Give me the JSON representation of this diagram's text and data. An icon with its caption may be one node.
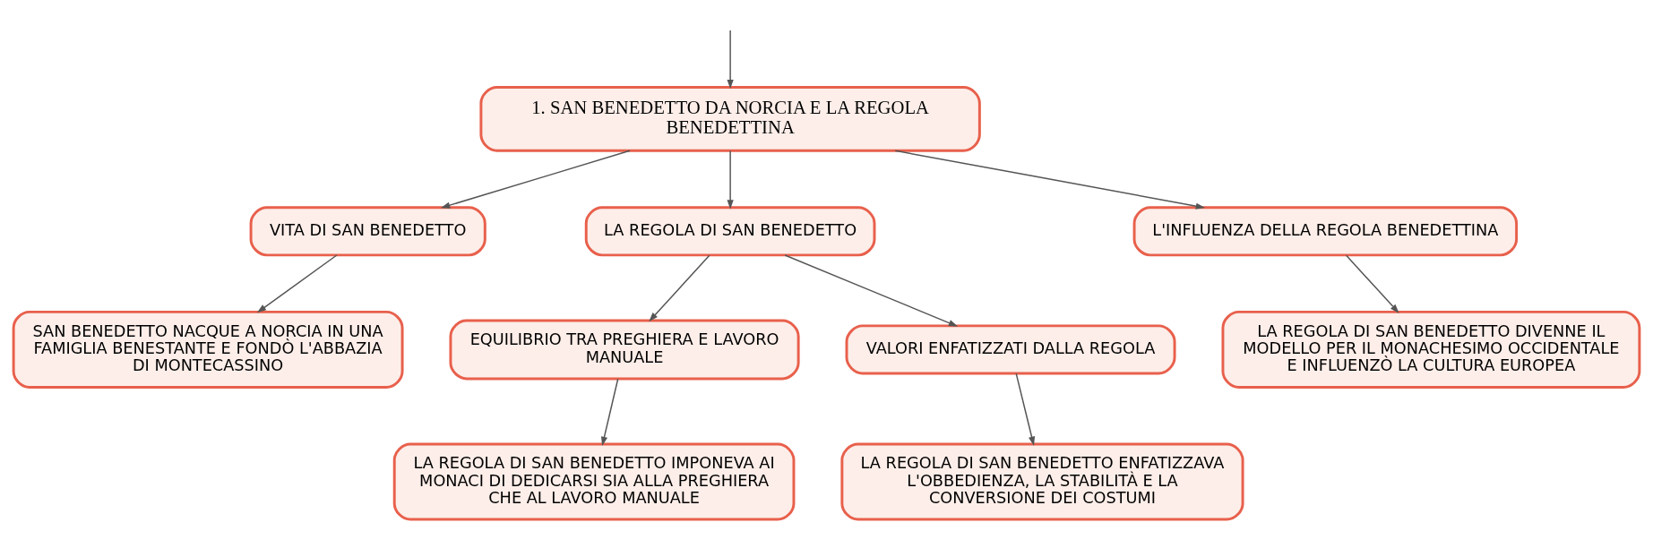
{
  "diagram": {
    "nodes": [
      {
        "text": [
          "1. SAN BENEDETTO DA NORCIA E LA REGOLA BENEDETTINA"
        ]
      },
      {
        "text": [
          "VITA DI SAN BENEDETTO"
        ]
      },
      {
        "text": [
          "LA REGOLA DI SAN BENEDETTO"
        ]
      },
      {
        "text": [
          "L'INFLUENZA DELLA REGOLA BENEDETTINA"
        ]
      },
      {
        "text": [
          "SAN BENEDETTO NACQUE A NORCIA IN UNA FAMIGLIA BENESTANTE E FONDÒ L'ABBAZIA DI MONTECASSINO"
        ]
      },
      {
        "text": [
          "EQUILIBRIO TRA PREGHIERA E LAVORO MANUALE"
        ]
      },
      {
        "text": [
          "VALORI ENFATIZZATI DALLA REGOLA"
        ]
      },
      {
        "text": [
          "LA REGOLA DI SAN BENEDETTO DIVENNE IL MODELLO PER IL MONACHESIMO OCCIDENTALE E INFLUENZÒ LA CULTURA EUROPEA"
        ]
      },
      {
        "text": [
          "LA REGOLA DI SAN BENEDETTO IMPONEVA AI MONACI DI DEDICARSI SIA ALLA PREGHIERA CHE AL LAVORO MANUALE"
        ]
      },
      {
        "text": [
          "LA REGOLA DI SAN BENEDETTO ENFATIZZAVA L'OBBEDIENZA, LA STABILITÀ E LA CONVERSIONE DEI COSTUMI"
        ]
      }
    ],
    "edges": [
      {
        "from": null,
        "to": 0,
        "arrow": "to"
      },
      {
        "from": 0,
        "to": 1,
        "arrow": "to"
      },
      {
        "from": 0,
        "to": 2,
        "arrow": "to"
      },
      {
        "from": 0,
        "to": 3,
        "arrow": "to"
      },
      {
        "from": 1,
        "to": 4,
        "arrow": "to"
      },
      {
        "from": 2,
        "to": 5,
        "arrow": "to"
      },
      {
        "from": 2,
        "to": 6,
        "arrow": "to"
      },
      {
        "from": 3,
        "to": 7,
        "arrow": "to"
      },
      {
        "from": 5,
        "to": 8,
        "arrow": "to"
      },
      {
        "from": 6,
        "to": 9,
        "arrow": "to"
      }
    ]
  }
}
